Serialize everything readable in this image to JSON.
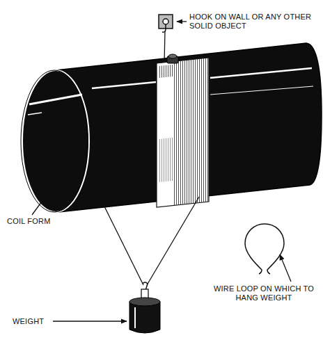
{
  "diagram": {
    "labels": [
      "HOOK ON WALL OR ANY OTHER SOLID OBJECT",
      "COIL FORM",
      "WEIGHT",
      "WIRE LOOP ON WHICH TO HANG WEIGHT"
    ]
  }
}
